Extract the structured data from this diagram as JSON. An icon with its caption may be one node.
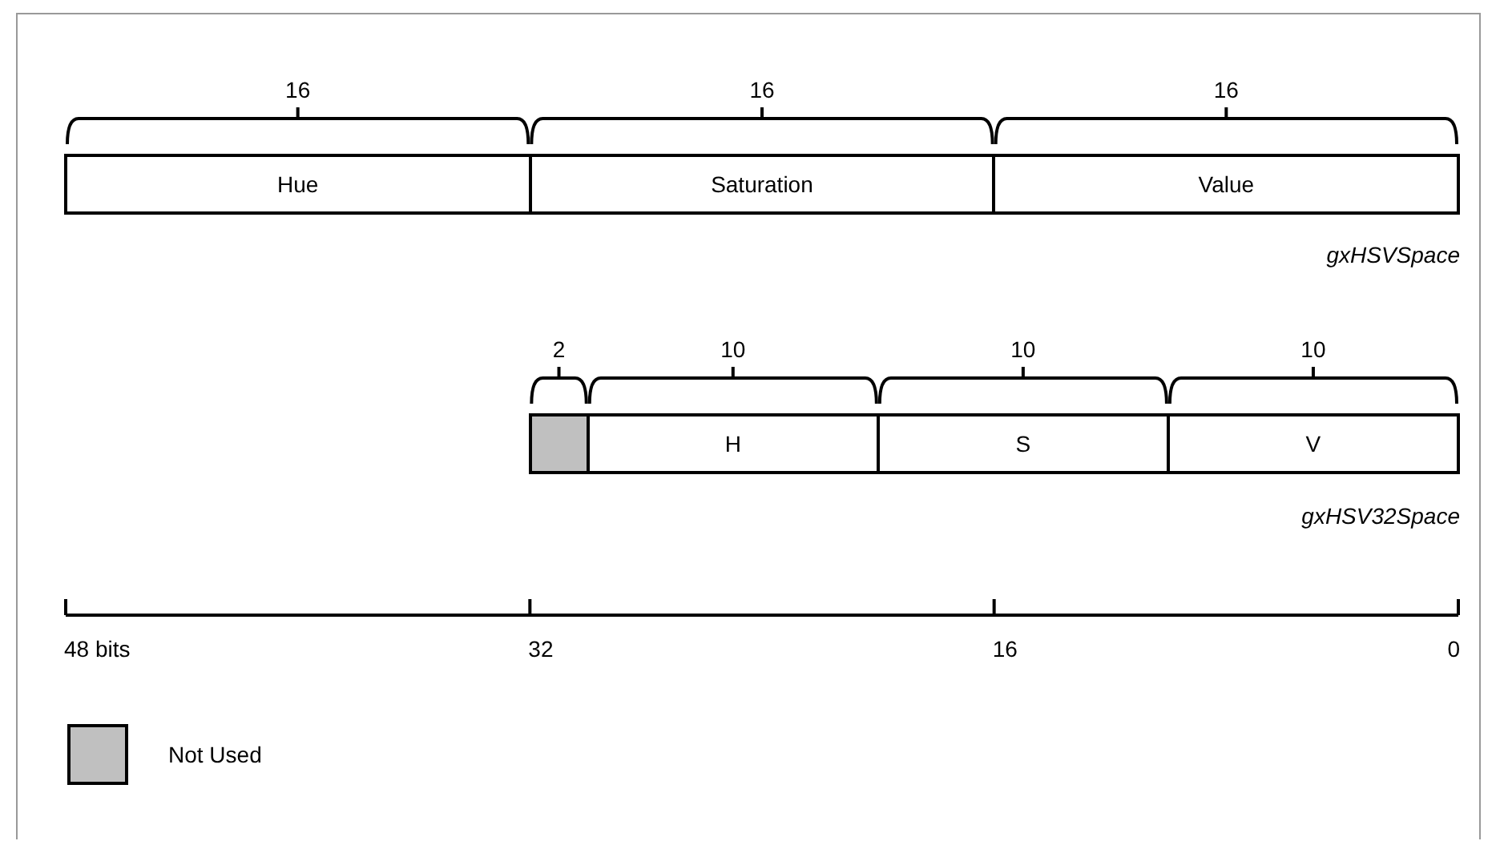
{
  "diagram": {
    "nodes": [
      {
        "text": [
          "Hue"
        ]
      },
      {
        "text": [
          "Saturation"
        ]
      },
      {
        "text": [
          "Value"
        ]
      },
      {
        "text": [],
        "shape": "box"
      },
      {
        "text": [
          "H"
        ]
      },
      {
        "text": [
          "S"
        ]
      },
      {
        "text": [
          "V"
        ]
      }
    ],
    "edges": [],
    "labels": [
      "16",
      "16",
      "16",
      "gxHSVSpace",
      "2",
      "10",
      "10",
      "10",
      "gxHSV32Space",
      "48 bits",
      "32",
      "16",
      "0"
    ],
    "legend": [
      {
        "text": "Not Used",
        "color": "#c0c0c0"
      }
    ]
  }
}
